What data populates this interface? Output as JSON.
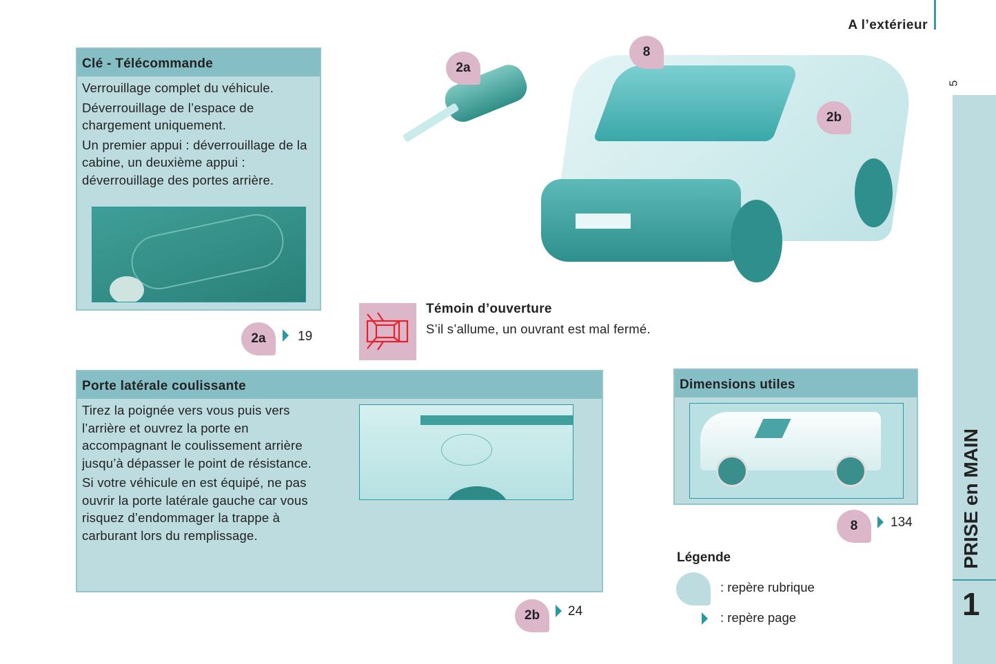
{
  "header": {
    "section": "A l’extérieur",
    "page_number": "5"
  },
  "sidebar": {
    "chapter_title": "PRISE en MAIN",
    "chapter_number": "1"
  },
  "key_panel": {
    "title": "Clé - Télécommande",
    "paragraphs": [
      "Verrouillage complet du véhicule.",
      "Déverrouillage de l’espace de chargement uniquement.",
      "Un premier appui : déverrouillage de la cabine, un deuxième appui : déverrouillage des portes arrière."
    ],
    "ref": {
      "marker": "2a",
      "page": "19"
    }
  },
  "warning": {
    "title": "Témoin d’ouverture",
    "text": "S’il s’allume, un ouvrant est mal fermé.",
    "icon": "door-open-warning-icon",
    "icon_color": "#e8202a"
  },
  "door_panel": {
    "title": "Porte latérale coulissante",
    "paragraphs": [
      "Tirez la poignée vers vous puis vers l’arrière et ouvrez la porte en accompagnant le coulissement arrière jusqu’à dépasser le point de résistance.",
      "Si votre véhicule en est équipé, ne pas ouvrir la porte latérale gauche car vous risquez d’endommager la trappe à carburant lors du remplissage."
    ],
    "ref": {
      "marker": "2b",
      "page": "24"
    }
  },
  "dimensions_panel": {
    "title": "Dimensions utiles",
    "ref": {
      "marker": "8",
      "page": "134"
    }
  },
  "illustration_markers": {
    "key": "2a",
    "van_front": "8",
    "van_side": "2b"
  },
  "legend": {
    "title": "Légende",
    "items": [
      ": repère rubrique",
      ": repère page"
    ]
  },
  "colors": {
    "panel": "#bcdce0",
    "header": "#86bec6",
    "marker": "#dcb6c9",
    "arrow": "#2a97a3"
  }
}
